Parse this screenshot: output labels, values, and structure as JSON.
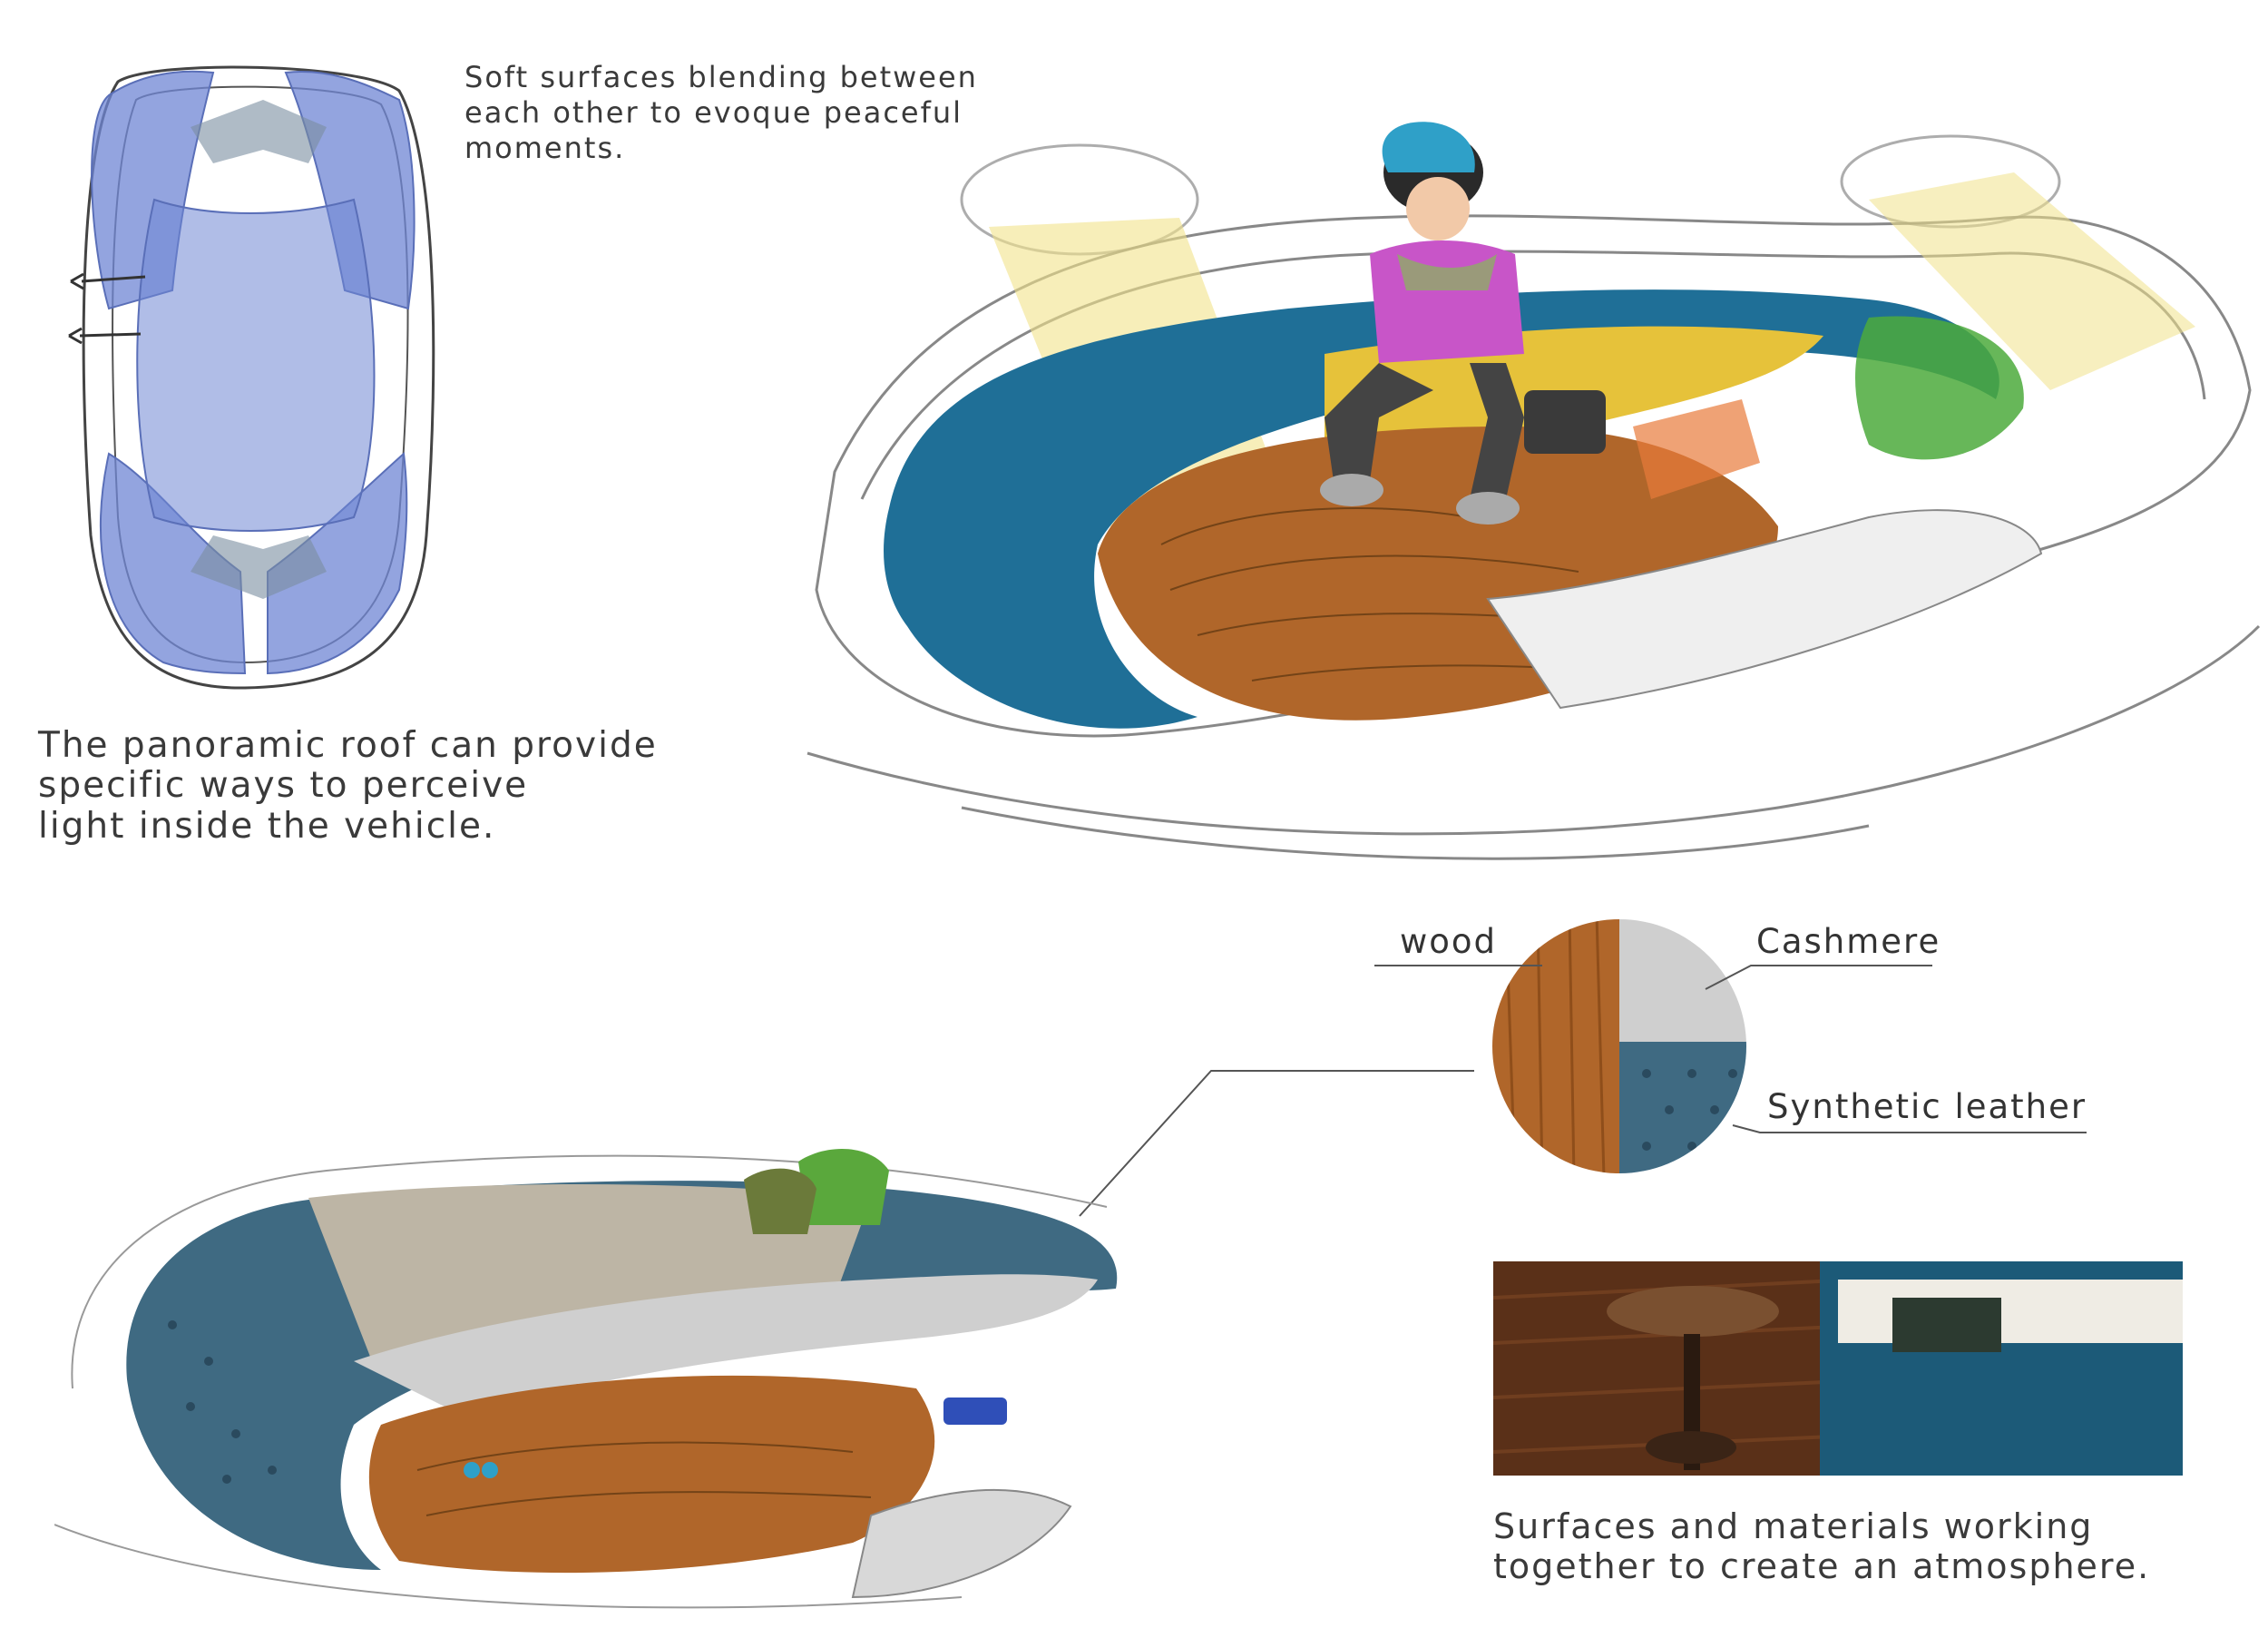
{
  "captions": {
    "soft_surfaces": "Soft surfaces blending between\neach other to evoque peaceful\nmoments.",
    "panoramic_roof": "The panoramic roof can provide\nspecific ways to perceive\nlight inside the vehicle.",
    "materials": "Surfaces and materials working\ntogether to create an atmosphere."
  },
  "materials": {
    "wood": "wood",
    "cashmere": "Cashmere",
    "synthetic_leather": "Synthetic leather"
  },
  "colors": {
    "wood": "#b0662a",
    "cashmere": "#cfcfcf",
    "synthetic_leather": "#3f6a82",
    "seat_blue": "#1f6f97",
    "roof_blue": "#7f93d6",
    "light_yellow": "#f1e28a",
    "accent_green": "#4caa3c"
  }
}
